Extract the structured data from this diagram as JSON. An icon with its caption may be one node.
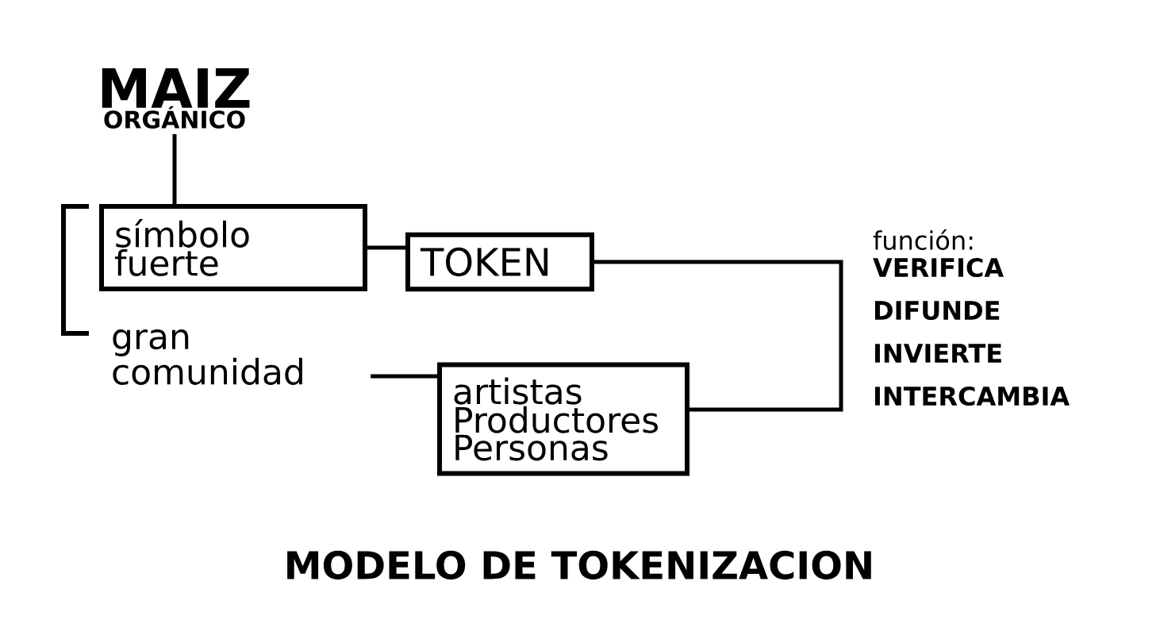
{
  "diagram": {
    "caption": "MODELO DE TOKENIZACION",
    "nodes": [
      {
        "text": [
          "MAIZ",
          "ORGÁNICO"
        ]
      },
      {
        "text": [
          "símbolo fuerte"
        ]
      },
      {
        "text": [
          "gran comunidad"
        ]
      },
      {
        "text": [
          "TOKEN"
        ]
      },
      {
        "text": [
          "artistas Productores Personas"
        ]
      },
      {
        "text": [
          "función:",
          "VERIFICA DIFUNDE INVIERTE INTERCAMBIA"
        ]
      }
    ],
    "edges": [
      {
        "from": 0,
        "to": 1,
        "arrow": "none"
      },
      {
        "from": 1,
        "to": 3,
        "arrow": "none"
      },
      {
        "from": 2,
        "to": 4,
        "arrow": "none"
      },
      {
        "from": 3,
        "to": 4,
        "arrow": "none"
      }
    ]
  }
}
